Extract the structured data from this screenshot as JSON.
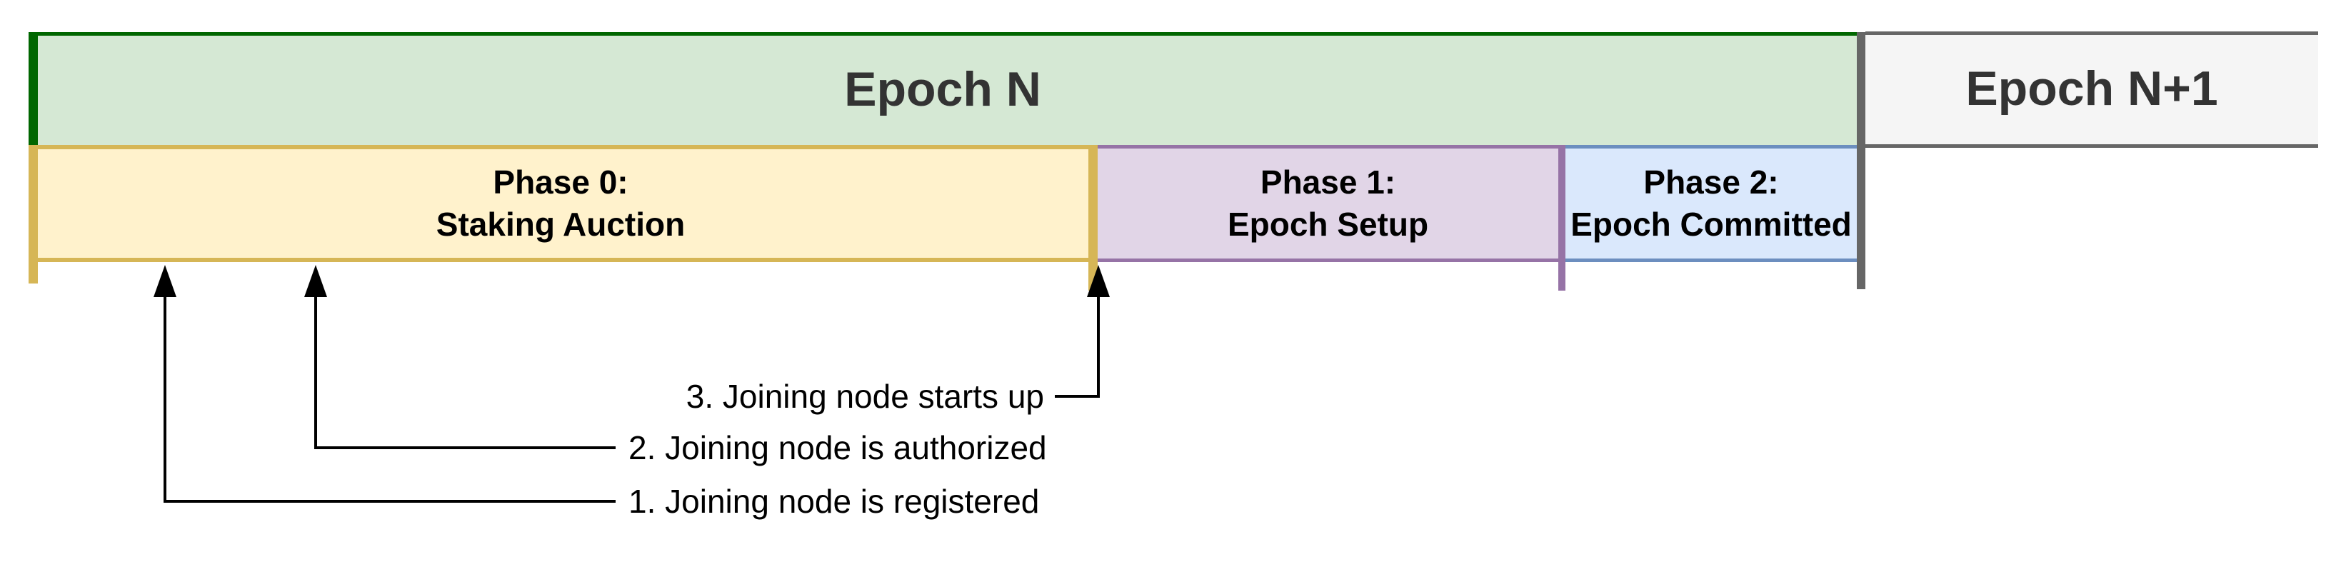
{
  "epochs": [
    {
      "label": "Epoch N"
    },
    {
      "label": "Epoch N+1"
    }
  ],
  "phases": [
    {
      "title": "Phase 0:",
      "subtitle": "Staking Auction"
    },
    {
      "title": "Phase 1:",
      "subtitle": "Epoch Setup"
    },
    {
      "title": "Phase 2:",
      "subtitle": "Epoch Committed"
    }
  ],
  "events": [
    {
      "label": "1. Joining node is registered"
    },
    {
      "label": "2. Joining node is authorized"
    },
    {
      "label": "3. Joining node starts up"
    }
  ],
  "colors": {
    "epoch_n_fill": "#d5e8d4",
    "epoch_n_border": "#006600",
    "phase0_fill": "#fff2cc",
    "phase0_border": "#d6b656",
    "phase1_fill": "#e1d5e7",
    "phase1_border": "#9673a6",
    "phase2_fill": "#dae8fc",
    "phase2_border": "#6c8ebf",
    "epoch_next_fill": "#f5f5f5",
    "epoch_next_border": "#666666",
    "divider": "#666666",
    "arrow": "#000000",
    "epoch_text": "#333333",
    "phase_text": "#000000",
    "event_text": "#000000"
  }
}
